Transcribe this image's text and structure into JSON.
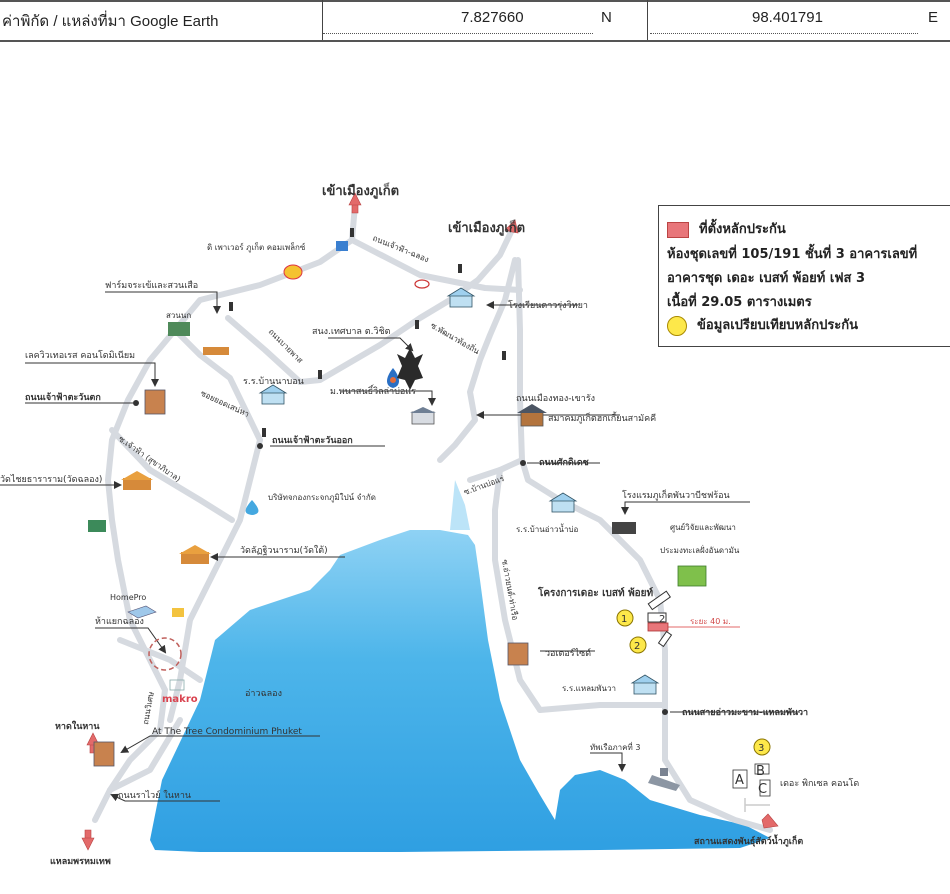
{
  "coordinates": {
    "label": "ค่าพิกัด / แหล่งที่มา Google Earth",
    "latitude": "7.827660",
    "lat_dir": "N",
    "longitude": "98.401791",
    "lon_dir": "E"
  },
  "legend": {
    "collateral_label": "ที่ตั้งหลักประกัน",
    "line1": "ห้องชุดเลขที่ 105/191 ชั้นที่ 3  อาคารเลขที่",
    "line2": "อาคารชุด เดอะ เบสท์ พ้อยท์ เฟส 3",
    "line3": "เนื้อที่ 29.05 ตารางเมตร",
    "comparable_label": "ข้อมูลเปรียบเทียบหลักประกัน",
    "collateral_color": "#e8767a",
    "comparable_color": "#fde84a"
  },
  "map": {
    "water_color": "#3fa9e6",
    "road_color": "#d9dde3",
    "arrow_color": "#e36a6a",
    "labels": {
      "to_phuket_1": "เข้าเมืองภูเก็ต",
      "to_phuket_2": "เข้าเมืองภูเก็ต",
      "central_complex": "ดิ เพาเวอร์ ภูเก็ต คอมเพล็กซ์",
      "chaofa_chalong_rd": "ถนนเจ้าฟ้า-ฉลอง",
      "farm": "ฟาร์มจระเข้และสวนเสือ",
      "bird_park": "สวนนก",
      "lakeview": "เลควิวเทอเรส คอนโดมิเนียม",
      "chaofa_west": "ถนนเจ้าฟ้าตะวันตก",
      "bypass_rd": "ถนนบายพาส",
      "school_bannabon": "ร.ร.บ้านนาบอน",
      "soi_yot_sanaeha": "ซอยยอดเสน่หา",
      "municipal": "สนง.เทศบาล ต.วิชิต",
      "university": "ม.พนาสนธิ์วิลล่าบ่อแร",
      "school_saorung": "โรงเรียนดาวรุ่งวิทยา",
      "soi_pattana": "ซ.พัฒนาท้องถิ่น",
      "mueang_thong_rd": "ถนนเมืองทอง-เขารัง",
      "association": "สมาคมภูเก็ตฮกเกี้ยนสามัคคี",
      "chaofa_east": "ถนนเจ้าฟ้าตะวันออก",
      "sakdidet_rd": "ถนนศักดิเดช",
      "wat_chaiyathararam": "วัดไชยธาราราม(วัดฉลอง)",
      "soi_chaofa": "ซ.เจ้าฟ้า (สุขาภิบาล)",
      "glass_company": "บริษัทจกองกระจกภูมิใปน์ จำกัด",
      "soi_ban_bor": "ซ.บ้านบ่อแร่",
      "hotel": "โรงแรมภูเก็ตพันวาบีชฟร้อน",
      "school_ao_nam_bo": "ร.ร.บ้านอ่าวน้ำบ่อ",
      "research_center": "ศูนย์วิจัยและพัฒนา",
      "research_center_2": "ประมงทะเลฝั่งอันดามัน",
      "wat_lanthiwanaram": "วัดลัฏฐิวนาราม(วัดใต้)",
      "soi_ao_yon": "ซ.อ่าวยนต์-ท่าเรือ",
      "project": "โครงการเดอะ เบสท์ พ้อยท์",
      "distance": "ระยะ 40 ม.",
      "homepro": "HomePro",
      "chalong_junction": "ห้าแยกฉลอง",
      "waterside": "วอเตอร์ไซด์",
      "school_laem_panwa": "ร.ร.แหลมพันวา",
      "ao_makham_rd": "ถนนสายอ่าวมะขาม-แหลมพันวา",
      "viset_rd": "ถนนวิเศษ",
      "chalong_bay": "อ่าวฉลอง",
      "makro": "makro",
      "nai_harn_beach": "หาดในหาน",
      "at_the_tree": "At The Tree Condominium Phuket",
      "navy": "ทัพเรือภาคที่ 3",
      "pixel_condo": "เดอะ พิกเซล คอนโด",
      "aquarium": "สถานแสดงพันธุ์สัตว์น้ำภูเก็ต",
      "rawai_rd": "ถนนราไวย์ ในหาน",
      "promthep": "แหลมพรหมเทพ"
    },
    "markers": {
      "comparable_1": "1",
      "comparable_2": "2",
      "comparable_3": "3",
      "building_2": "2",
      "building_a": "A",
      "building_b": "B",
      "building_c": "C"
    }
  }
}
